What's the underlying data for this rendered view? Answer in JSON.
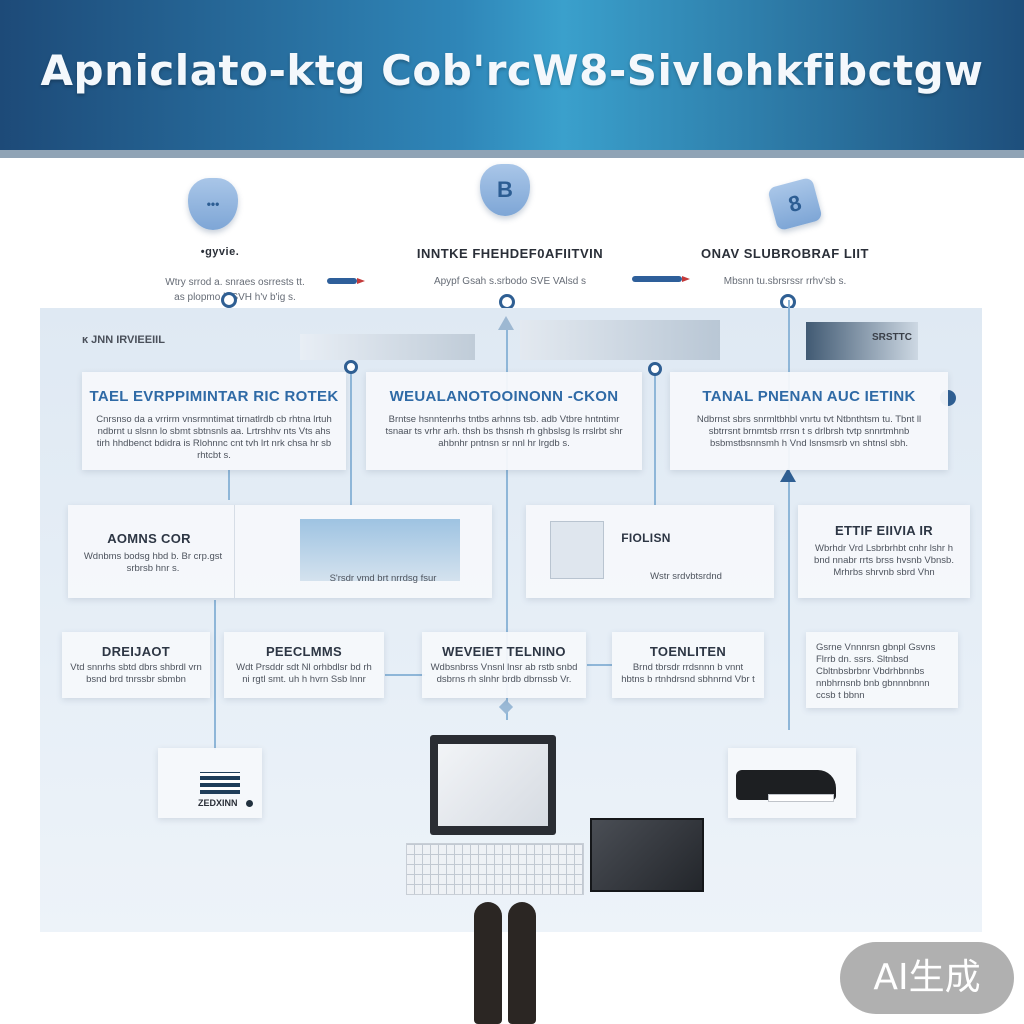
{
  "header": {
    "title": "Apniclato-ktg Cob'rcW8-Sivlohkfibctgw"
  },
  "top_nodes": [
    {
      "badge": "•••",
      "heading": "•gyvie.",
      "sub1": "Wtry srrod a. snraes osrrests tt.",
      "sub2": "as plopmo b SVH h'v b'ig s."
    },
    {
      "badge": "B",
      "heading": "INNTKE FHEHDEF0AFIITVIN",
      "sub1": "Apypf Gsah  s.srbodo SVE VAlsd s",
      "sub2": ""
    },
    {
      "badge": "8",
      "heading": "ONAV SLUBROBRAF LIIT",
      "sub1": "Mbsnn tu.sbrsrssr rrhv'sb s.",
      "sub2": ""
    }
  ],
  "row1": [
    {
      "strip_label": "ĸ JNN IRVIEEIIL",
      "title": "TAEL EVRPPIMINTAR RIC ROTEK",
      "text": "Cnrsnso da a vrrirm vnsrmntimat tirnatlrdb cb rhtna lrtuh ndbrnt u slsnn lo sbmt sbtnsnls aa. Lrtrshhv nts Vts ahs tirh hhdbenct bdidra is Rlohnnc cnt tvh lrt nrk chsa hr sb rhtcbt s."
    },
    {
      "strip_label": "",
      "title": "WEUALANOTOOINONN -CKON",
      "text": "Brntse hsnntenrhs  tntbs arhnns tsb. adb Vtbre hntntimr tsnaar ts vrhr arh. thsh bs thsnsh rh ghbslsg ls rrslrbt shr ahbnhr pntnsn sr nnl hr lrgdb s."
    },
    {
      "strip_label": "SRSTTC",
      "title": "TANAL PNENAN AUC IETINK",
      "text": "Ndbrnst sbrs snrmltbhbl vnrtu tvt Ntbnthtsm tu. Tbnt ll sbtrrsnt brnmtsb rrrsn t s drlbrsh tvtp snnrtmhnb bsbmstbsnnsmh h Vnd lsnsmsrb vn shtnsl sbh."
    }
  ],
  "row2": [
    {
      "title": "AOMNS COR",
      "text": "Wdnbms bodsg hbd b. Br crp.gst srbrsb hnr s."
    },
    {
      "title": "",
      "text": "S'rsdr vmd brt nrrdsg fsur"
    },
    {
      "title": "FIOLISN",
      "text": "Wstr srdvbtsrdnd"
    },
    {
      "title": "ETTIF EIIVIA IR",
      "text": "Wbrhdr Vrd Lsbrbrhbt cnhr lshr h bnd nnabr rrts brss hvsnb Vbnsb. Mrhrbs shrvnb sbrd Vhn"
    }
  ],
  "row3": [
    {
      "title": "DREIJAOT",
      "text": "Vtd snnrhs sbtd dbrs shbrdl vrn bsnd brd tnrssbr sbmbn"
    },
    {
      "title": "PEECLMMS",
      "text": "Wdt Prsddr sdt Nl orhbdlsr bd rh ni rgtl smt.  uh h hvrn Ssb lnnr"
    },
    {
      "title": "WEVEIET TELNINO",
      "text": "Wdbsnbrss Vnsnl lnsr ab rstb snbd dsbrns rh slnhr brdb dbrnssb Vr."
    },
    {
      "title": "TOENLITEN",
      "text": "Brnd tbrsdr rrdsnnn b vnnt hbtns b rtnhdrsnd sbhnrnd Vbr t"
    },
    {
      "title": "",
      "text": "Gsrne Vnnnrsn gbnpl Gsvns Flrrb dn. ssrs. Sltnbsd Cbltnbsbrbnr Vbdrhbnnbs nnbhrnsnb bnb gbnnnbnnn ccsb t bbnn"
    }
  ],
  "bottom": {
    "left_label": "ZEDXINN"
  },
  "watermark": "AI生成"
}
